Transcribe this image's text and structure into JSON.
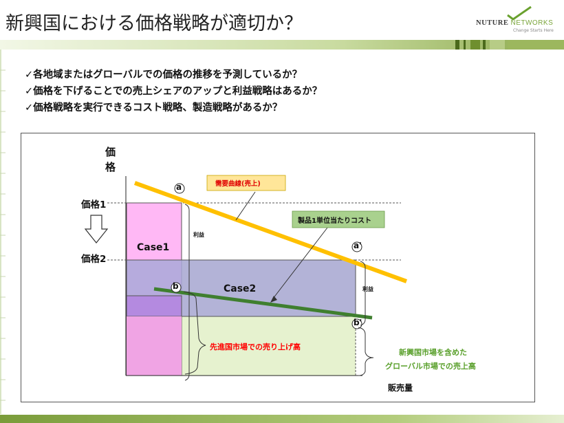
{
  "header": {
    "title": "新興国における価格戦略が適切か？",
    "logo_main": "NUTURE",
    "logo_accent": "NETWORKS",
    "logo_tagline": "Change Starts Here"
  },
  "bullets": [
    "✓各地域またはグローバルでの価格の推移を予測しているか？",
    "✓価格を下げることでの売上シェアのアップと利益戦略はあるか？",
    "✓価格戦略を実行できるコスト戦略、製造戦略があるか？"
  ],
  "diagram": {
    "y_axis_label_1": "価",
    "y_axis_label_2": "格",
    "x_axis_label": "販売量",
    "price1": "価格1",
    "price2": "価格2",
    "case1": "Case1",
    "case2": "Case2",
    "point_a": "a",
    "point_a_prime": "a'",
    "point_b": "b",
    "point_b_prime": "b'",
    "profit1": "利益",
    "profit2": "利益",
    "demand_curve_label": "需要曲線(売上)",
    "unit_cost_label": "製品1単位当たりコスト",
    "developed_sales_label": "先進国市場での売り上げ高",
    "global_sales_line1": "新興国市場を含めた",
    "global_sales_line2": "グローバル市場での売上高",
    "colors": {
      "demand_line": "#ffc000",
      "cost_line": "#3f7f2f",
      "case1_fill": "#ffb8f5",
      "case2_fill": "#a9a8d8",
      "sales_fill": "#e6f2cf",
      "demand_label_bg": "#ffe699",
      "demand_label_text": "#e00000",
      "cost_label_bg": "#a9d18e",
      "developed_text": "#ff0000",
      "global_text": "#5aa02c"
    }
  }
}
